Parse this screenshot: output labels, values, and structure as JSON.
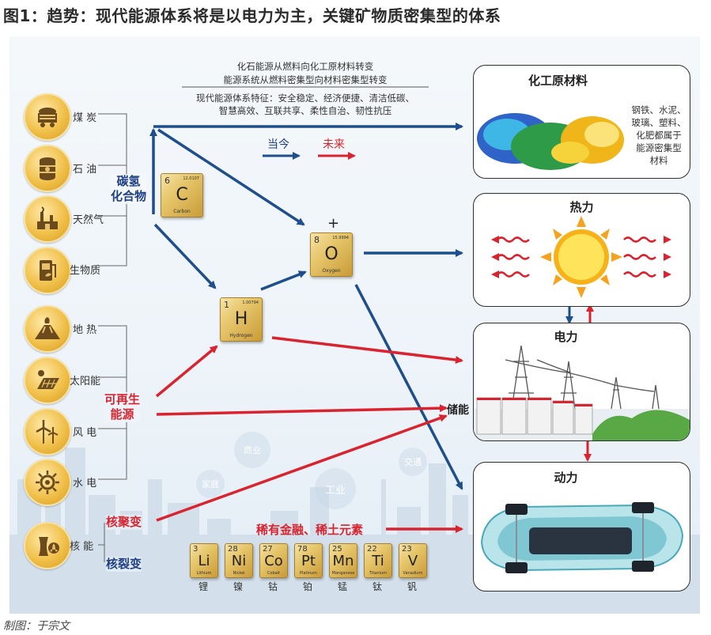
{
  "title": "图1：趋势：现代能源体系将是以电力为主，关键矿物质密集型的体系",
  "credit": "制图：于宗文",
  "sources": [
    {
      "label": "煤 炭",
      "icon": "coal-cart-icon"
    },
    {
      "label": "石 油",
      "icon": "oil-barrel-icon"
    },
    {
      "label": "天然气",
      "icon": "gas-plant-icon"
    },
    {
      "label": "生物质",
      "icon": "biomass-station-icon"
    },
    {
      "label": "地 热",
      "icon": "volcano-icon"
    },
    {
      "label": "太阳能",
      "icon": "solar-panel-icon"
    },
    {
      "label": "风 电",
      "icon": "wind-turbine-icon"
    },
    {
      "label": "水 电",
      "icon": "hydro-turbine-icon"
    },
    {
      "label": "核 能",
      "icon": "nuclear-plant-icon"
    }
  ],
  "groups": {
    "hydrocarbon": "碳氢\n化合物",
    "renewable": "可再生\n能源",
    "fusion": "核聚变",
    "fission": "核裂变"
  },
  "elements": {
    "carbon": {
      "num": "6",
      "sym": "C",
      "name": "Carbon",
      "mass": "12.0107"
    },
    "hydrogen": {
      "num": "1",
      "sym": "H",
      "name": "Hydrogen",
      "mass": "1.00794"
    },
    "oxygen": {
      "num": "8",
      "sym": "O",
      "name": "Oxygen",
      "mass": "15.9994"
    },
    "oxygen_sign": "+"
  },
  "top_text": {
    "line1": "化石能源从燃料向化工原材料转变",
    "line2": "能源系统从燃料密集型向材料密集型转变",
    "line3": "现代能源体系特征：安全稳定、经济便捷、清洁低碳、",
    "line4": "智慧高效、互联共享、柔性自治、韧性抗压"
  },
  "legend": {
    "current": "当今",
    "future": "未来"
  },
  "minerals_label": "稀有金融、稀土元素",
  "minerals": [
    {
      "num": "3",
      "sym": "Li",
      "name": "Lithium",
      "cn": "锂"
    },
    {
      "num": "28",
      "sym": "Ni",
      "name": "Nickel",
      "cn": "镍"
    },
    {
      "num": "27",
      "sym": "Co",
      "name": "Cobalt",
      "cn": "钴"
    },
    {
      "num": "78",
      "sym": "Pt",
      "name": "Platinum",
      "cn": "铂"
    },
    {
      "num": "25",
      "sym": "Mn",
      "name": "Manganese",
      "cn": "锰"
    },
    {
      "num": "22",
      "sym": "Ti",
      "name": "Titanium",
      "cn": "钛"
    },
    {
      "num": "23",
      "sym": "V",
      "name": "Vanadium",
      "cn": "钒"
    }
  ],
  "outputs": {
    "chemical": {
      "title": "化工原材料",
      "desc": "钢铁、水泥、\n玻璃、塑料、\n化肥都属于\n能源密集型\n材料"
    },
    "heat": {
      "title": "热力"
    },
    "power": {
      "title": "电力"
    },
    "motion": {
      "title": "动力"
    }
  },
  "storage": "储能",
  "background_words": [
    "商业",
    "家庭",
    "工业",
    "交通"
  ],
  "colors": {
    "current": "#1f4e8c",
    "future": "#d9232e",
    "gold": "#e3b94c"
  }
}
